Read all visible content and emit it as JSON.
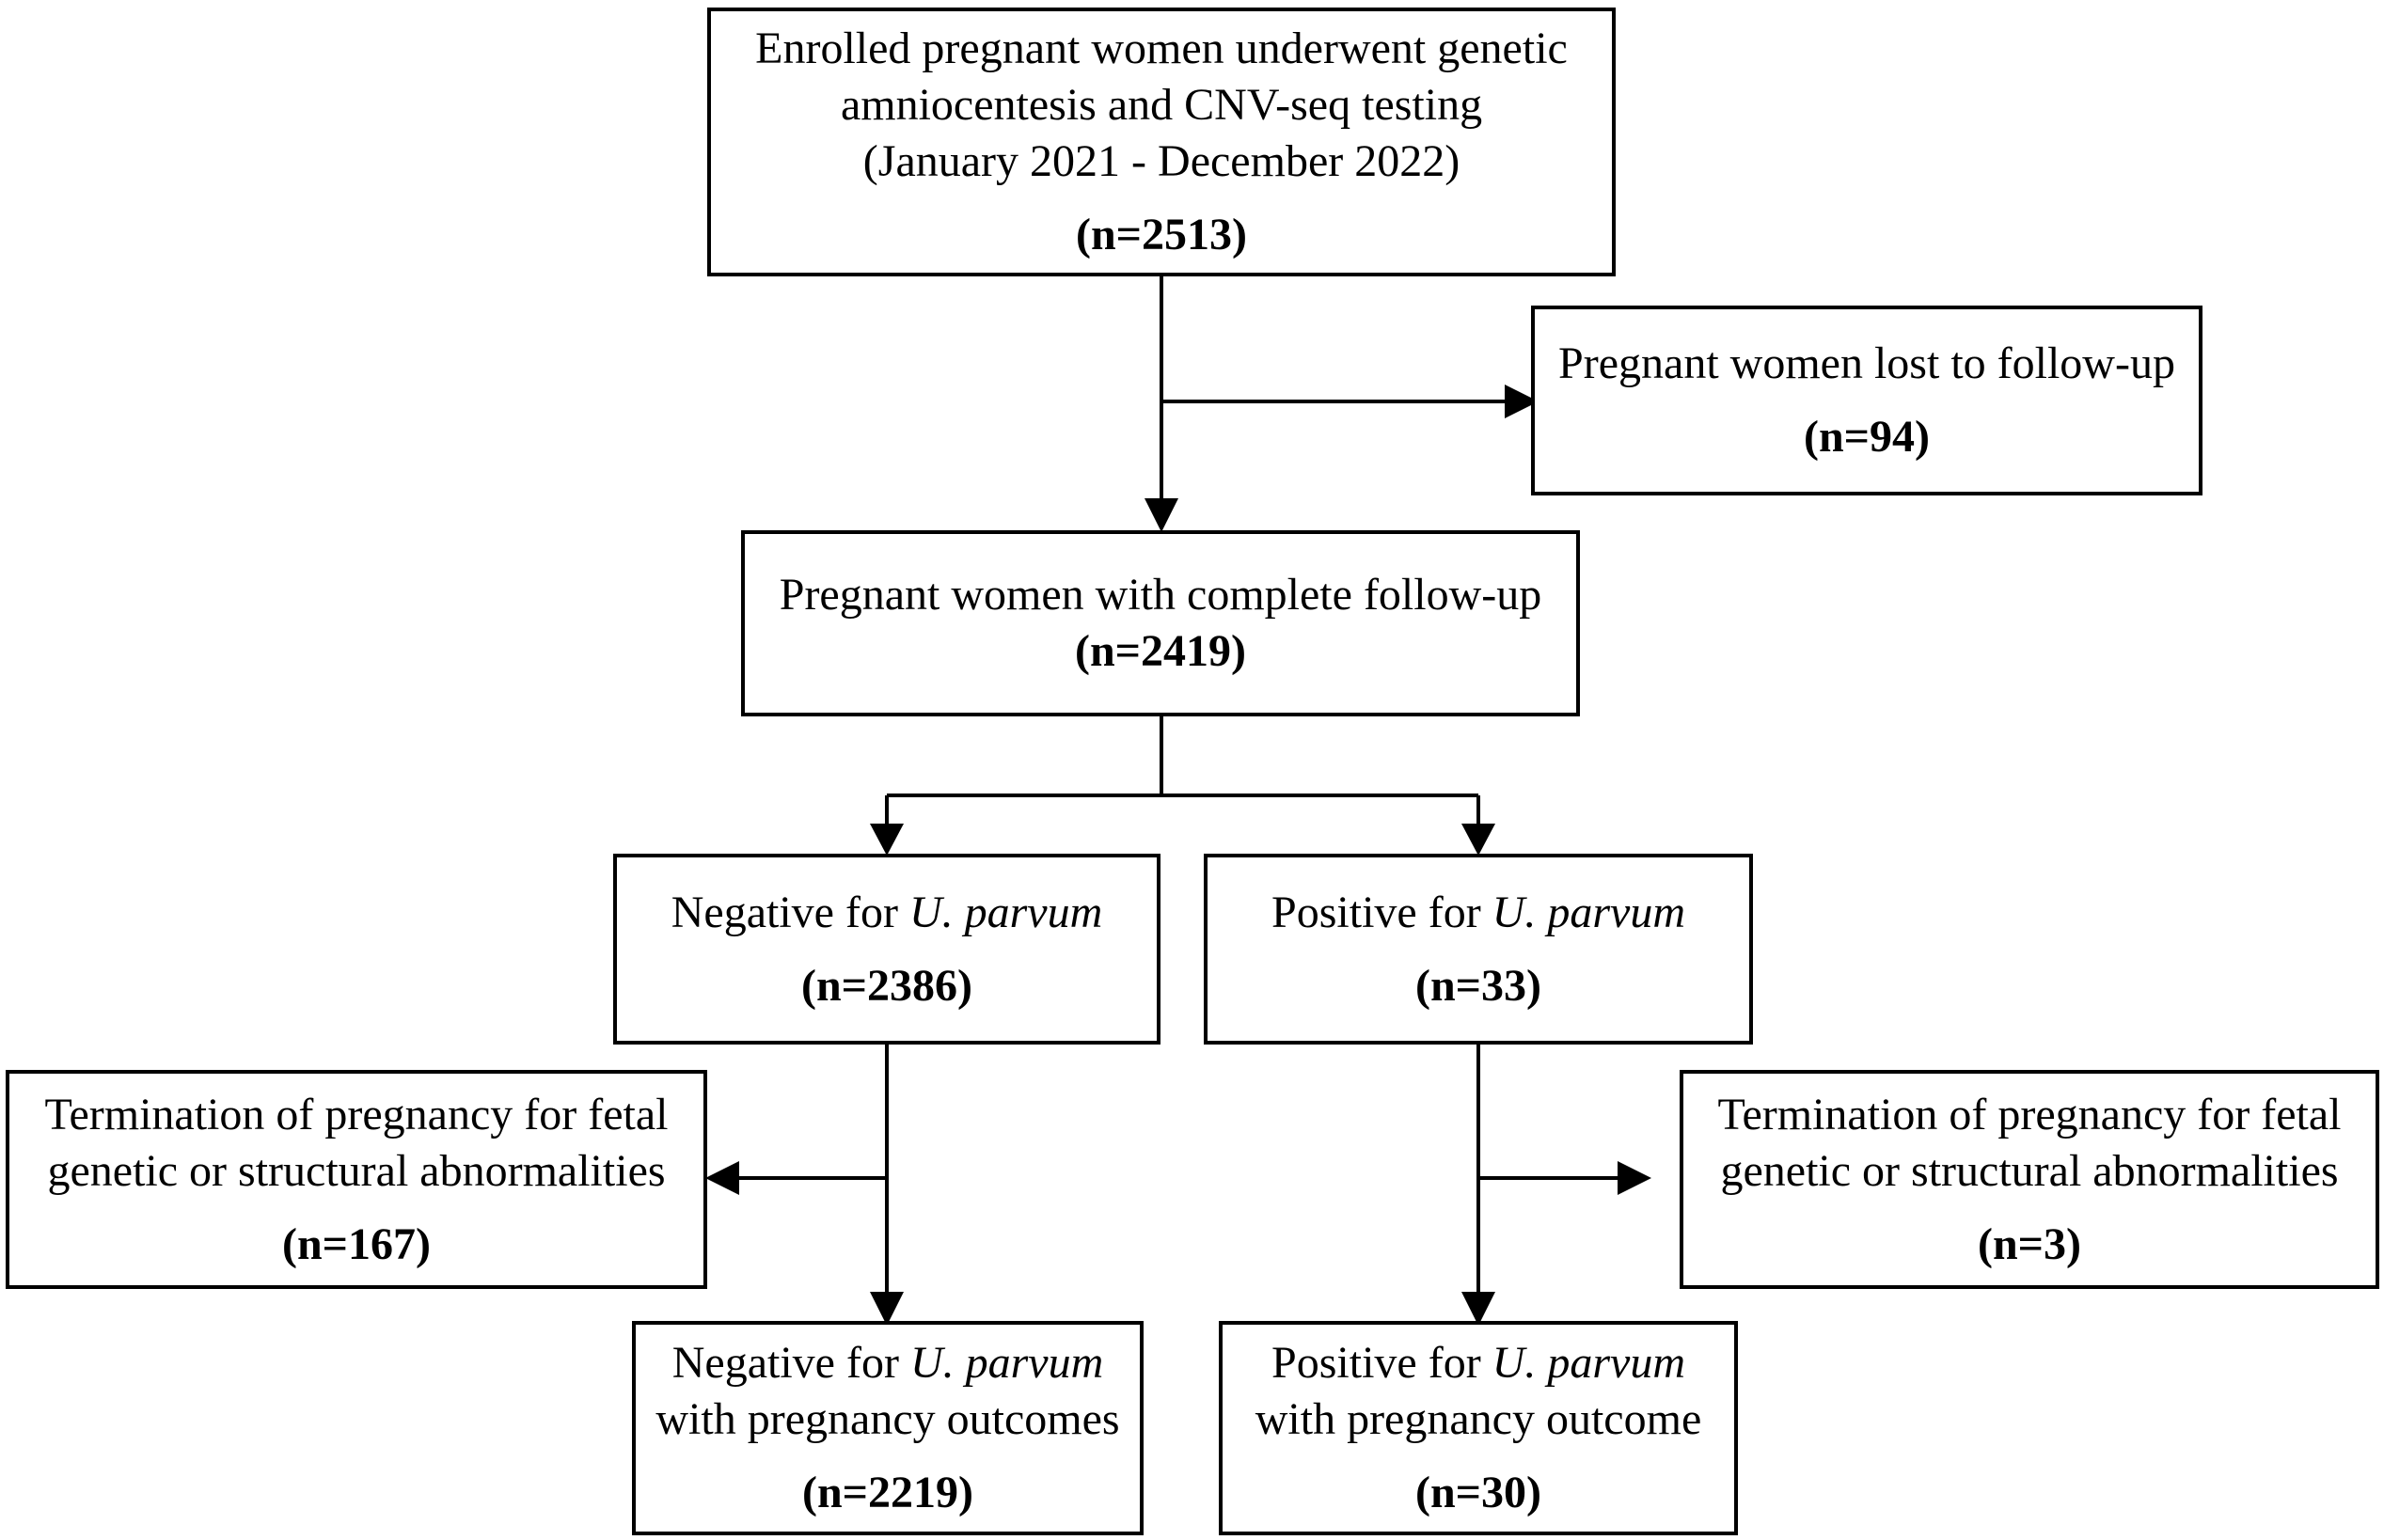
{
  "enrolled": {
    "lines": [
      "Enrolled pregnant women underwent genetic",
      "amniocentesis and CNV-seq testing",
      "(January 2021 - December 2022)"
    ],
    "count": "(n=2513)"
  },
  "lost": {
    "line": "Pregnant women lost to follow-up",
    "count": "(n=94)"
  },
  "complete": {
    "line": "Pregnant women with complete follow-up",
    "count": "(n=2419)"
  },
  "negative": {
    "prefix": "Negative for ",
    "species": "U. parvum",
    "count": "(n=2386)"
  },
  "positive": {
    "prefix": "Positive for ",
    "species": "U. parvum",
    "count": "(n=33)"
  },
  "termination_left": {
    "lines": [
      "Termination of pregnancy for fetal",
      "genetic or structural abnormalities"
    ],
    "count": "(n=167)"
  },
  "termination_right": {
    "lines": [
      "Termination of pregnancy for fetal",
      "genetic or structural abnormalities"
    ],
    "count": "(n=3)"
  },
  "negative_outcome": {
    "prefix": "Negative for ",
    "species": "U. parvum",
    "line2": "with pregnancy outcomes",
    "count": "(n=2219)"
  },
  "positive_outcome": {
    "prefix": "Positive for ",
    "species": "U. parvum",
    "line2": "with pregnancy outcome",
    "count": "(n=30)"
  },
  "colors": {
    "stroke": "#000000",
    "background": "#ffffff"
  }
}
